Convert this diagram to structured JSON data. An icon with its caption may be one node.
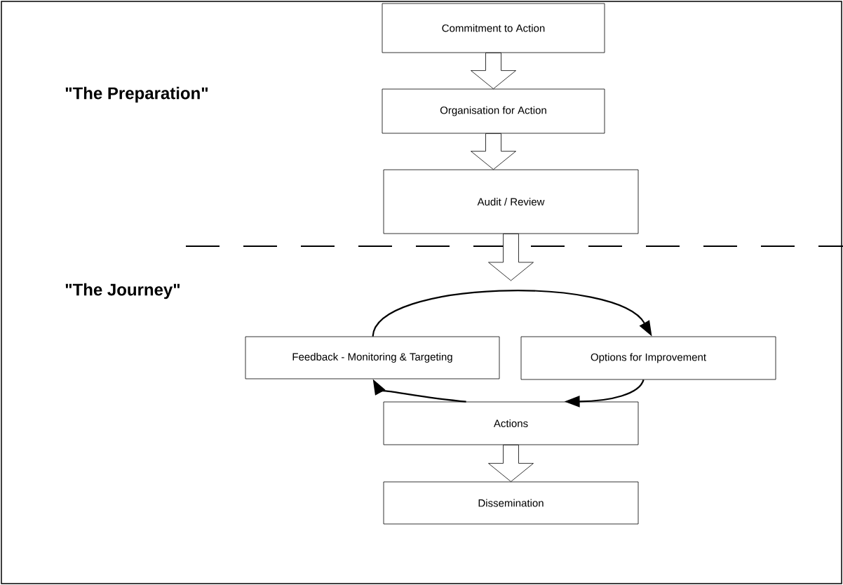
{
  "diagram": {
    "nodes": [
      {
        "text": [
          "Commitment to Action"
        ]
      },
      {
        "text": [
          "Organisation for Action"
        ]
      },
      {
        "text": [
          "Audit / Review"
        ]
      },
      {
        "text": [
          "Feedback - Monitoring & Targeting"
        ]
      },
      {
        "text": [
          "Options for Improvement"
        ]
      },
      {
        "text": [
          "Actions"
        ]
      },
      {
        "text": [
          "Dissemination"
        ]
      }
    ],
    "edges": [
      {
        "from": 0,
        "to": 1,
        "arrow": "to"
      },
      {
        "from": 1,
        "to": 2,
        "arrow": "to"
      },
      {
        "from": 2,
        "to": null,
        "arrow": "to"
      },
      {
        "from": 3,
        "to": 4,
        "arrow": "to"
      },
      {
        "from": 4,
        "to": 5,
        "arrow": "to"
      },
      {
        "from": 5,
        "to": 3,
        "arrow": "to"
      },
      {
        "from": 5,
        "to": 6,
        "arrow": "to"
      }
    ],
    "labels": [
      "\"The Preparation\"",
      "\"The Journey\""
    ]
  }
}
